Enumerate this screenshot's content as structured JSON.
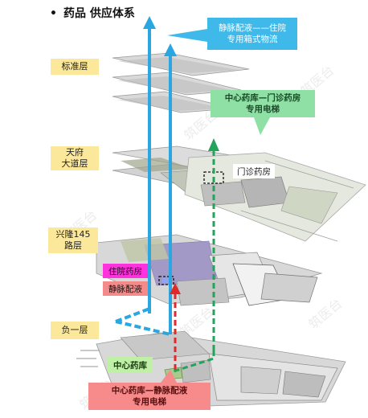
{
  "title": "药品 供应体系",
  "floors": {
    "standard": "标准层",
    "tianfu": "天府\n大道层",
    "xinglong": "兴隆145\n路层",
    "basement": "负一层"
  },
  "callouts": {
    "iv_to_inpatient": "静脉配液——住院\n专用箱式物流",
    "central_to_outpatient": "中心药库—门诊药房\n专用电梯",
    "outpatient_pharmacy": "门诊药房",
    "inpatient_pharmacy": "住院药房",
    "iv_compounding": "静脉配液",
    "central_pharmacy": "中心药库",
    "central_to_iv": "中心药库—静脉配液\n专用电梯"
  },
  "watermark": "筑医台",
  "colors": {
    "blue": "#2aa6e0",
    "green": "#24a35a",
    "red": "#e02a2a",
    "floor_label": "#fbe89a",
    "blue_callout": "#3fb9ea",
    "green_callout": "#8fe0a5",
    "magenta": "#ff33dd",
    "pink": "#f48a8a",
    "central_green": "#bff0a6",
    "red_callout": "#f78b8b"
  }
}
